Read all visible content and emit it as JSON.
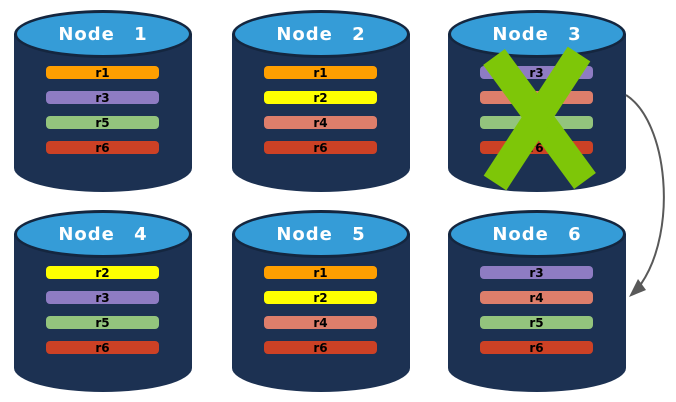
{
  "colors": {
    "background": "#FFFFFF",
    "cylinder_body": "#1C3152",
    "cylinder_top": "#359CD7",
    "cylinder_outline": "#14263F",
    "title_text": "#FFFFFF",
    "bar_label_text": "#000000"
  },
  "nodes": [
    {
      "id": "node-1",
      "title": "Node 1",
      "failed": false,
      "replicas": [
        {
          "label": "r1",
          "color": "#FF9F00"
        },
        {
          "label": "r3",
          "color": "#8E7CC3"
        },
        {
          "label": "r5",
          "color": "#93C47D"
        },
        {
          "label": "r6",
          "color": "#CC4125"
        }
      ]
    },
    {
      "id": "node-2",
      "title": "Node 2",
      "failed": false,
      "replicas": [
        {
          "label": "r1",
          "color": "#FF9F00"
        },
        {
          "label": "r2",
          "color": "#FFFF00"
        },
        {
          "label": "r4",
          "color": "#DD7E6B"
        },
        {
          "label": "r6",
          "color": "#CC4125"
        }
      ]
    },
    {
      "id": "node-3",
      "title": "Node 3",
      "failed": true,
      "replicas": [
        {
          "label": "r3",
          "color": "#8E7CC3"
        },
        {
          "label": "r4",
          "color": "#DD7E6B"
        },
        {
          "label": "r5",
          "color": "#93C47D"
        },
        {
          "label": "r6",
          "color": "#CC4125"
        }
      ]
    },
    {
      "id": "node-4",
      "title": "Node 4",
      "failed": false,
      "replicas": [
        {
          "label": "r2",
          "color": "#FFFF00"
        },
        {
          "label": "r3",
          "color": "#8E7CC3"
        },
        {
          "label": "r5",
          "color": "#93C47D"
        },
        {
          "label": "r6",
          "color": "#CC4125"
        }
      ]
    },
    {
      "id": "node-5",
      "title": "Node 5",
      "failed": false,
      "replicas": [
        {
          "label": "r1",
          "color": "#FF9F00"
        },
        {
          "label": "r2",
          "color": "#FFFF00"
        },
        {
          "label": "r4",
          "color": "#DD7E6B"
        },
        {
          "label": "r6",
          "color": "#CC4125"
        }
      ]
    },
    {
      "id": "node-6",
      "title": "Node 6",
      "failed": false,
      "replicas": [
        {
          "label": "r3",
          "color": "#8E7CC3"
        },
        {
          "label": "r4",
          "color": "#DD7E6B"
        },
        {
          "label": "r5",
          "color": "#93C47D"
        },
        {
          "label": "r6",
          "color": "#CC4125"
        }
      ]
    }
  ],
  "failure_mark": {
    "node": "Node 3",
    "color": "#7EC608"
  },
  "arrow": {
    "from": "Node 3",
    "to": "Node 6",
    "color": "#595959"
  }
}
